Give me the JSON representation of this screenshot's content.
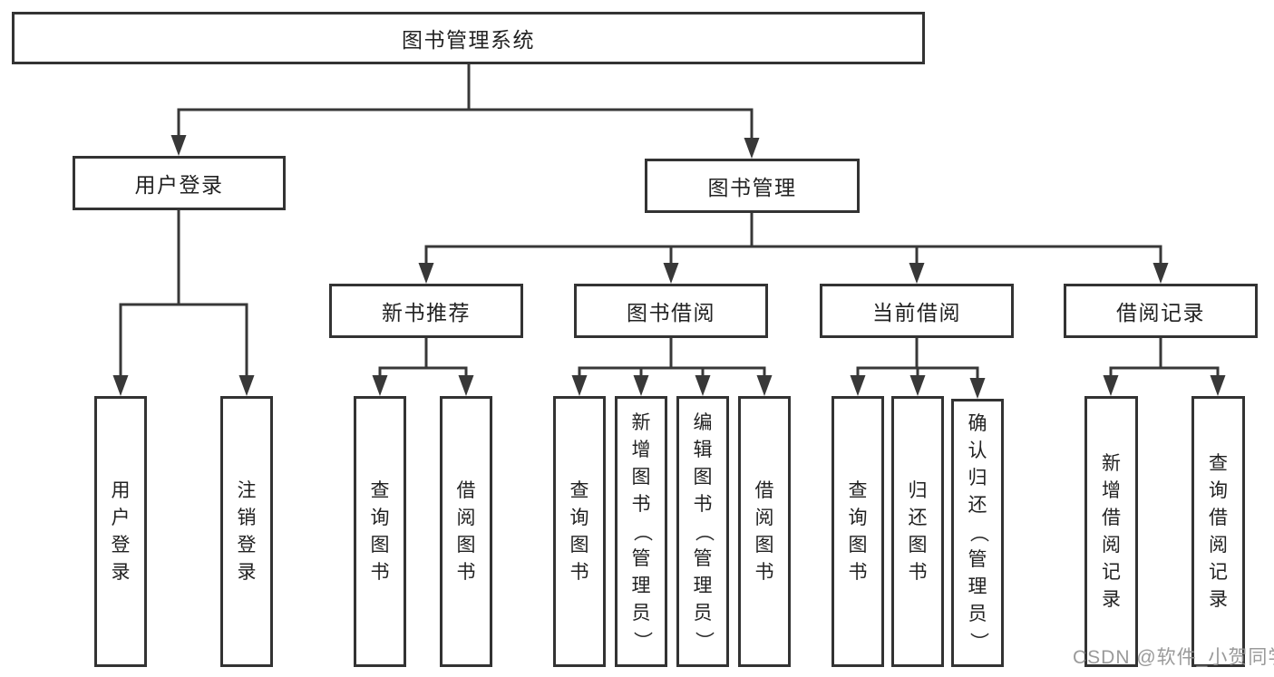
{
  "diagram": {
    "title": "图书管理系统",
    "tree": {
      "label": "图书管理系统",
      "children": [
        {
          "label": "用户登录",
          "children": [
            {
              "label": "用户登录"
            },
            {
              "label": "注销登录"
            }
          ]
        },
        {
          "label": "图书管理",
          "children": [
            {
              "label": "新书推荐",
              "children": [
                {
                  "label": "查询图书"
                },
                {
                  "label": "借阅图书"
                }
              ]
            },
            {
              "label": "图书借阅",
              "children": [
                {
                  "label": "查询图书"
                },
                {
                  "label": "新增图书（管理员）"
                },
                {
                  "label": "编辑图书（管理员）"
                },
                {
                  "label": "借阅图书"
                }
              ]
            },
            {
              "label": "当前借阅",
              "children": [
                {
                  "label": "查询图书"
                },
                {
                  "label": "归还图书"
                },
                {
                  "label": "确认归还（管理员）"
                }
              ]
            },
            {
              "label": "借阅记录",
              "children": [
                {
                  "label": "新增借阅记录"
                },
                {
                  "label": "查询借阅记录"
                }
              ]
            }
          ]
        }
      ]
    },
    "colors": {
      "line": "#383838",
      "box_border": "#333333",
      "text": "#222222",
      "background": "#ffffff",
      "watermark": "#919191"
    },
    "watermark": "CSDN @软件_小贺同学"
  }
}
